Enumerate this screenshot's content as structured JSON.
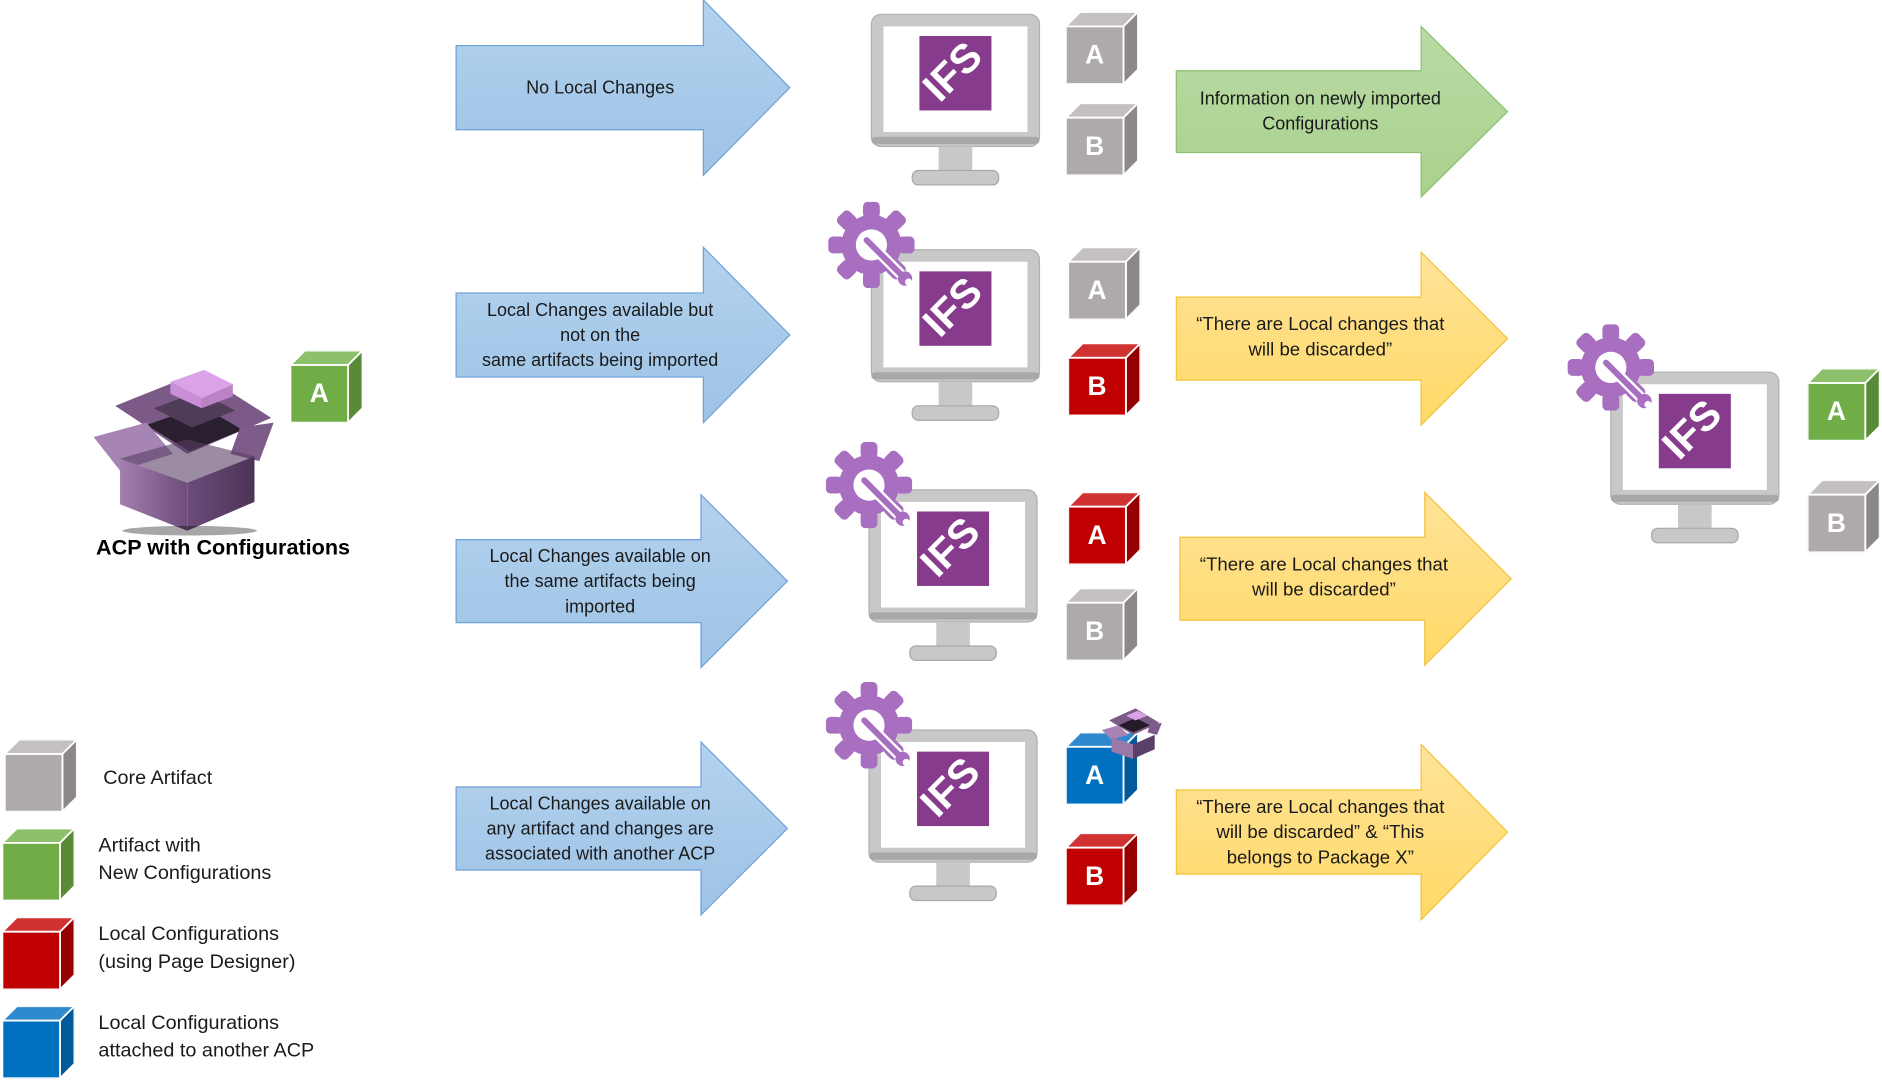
{
  "source": {
    "caption": "ACP with Configurations",
    "artifact_label": "A"
  },
  "scenarios": [
    {
      "condition": "No Local Changes",
      "artifacts": [
        {
          "label": "A",
          "type": "core"
        },
        {
          "label": "B",
          "type": "core"
        }
      ],
      "has_local_changes_icon": false,
      "result": "Information on newly imported Configurations",
      "result_kind": "info"
    },
    {
      "condition": "Local Changes available but not on the same artifacts being imported",
      "condition_lines": [
        "Local Changes available but",
        "not on the",
        "same artifacts being imported"
      ],
      "artifacts": [
        {
          "label": "A",
          "type": "core"
        },
        {
          "label": "B",
          "type": "local"
        }
      ],
      "has_local_changes_icon": true,
      "result": "“There are Local changes that will be discarded”",
      "result_lines": [
        "“There are Local changes that",
        "will be discarded”"
      ],
      "result_kind": "warning"
    },
    {
      "condition": "Local Changes available on the same artifacts being imported",
      "condition_lines": [
        "Local Changes available on",
        "the same artifacts being",
        "imported"
      ],
      "artifacts": [
        {
          "label": "A",
          "type": "local"
        },
        {
          "label": "B",
          "type": "core"
        }
      ],
      "has_local_changes_icon": true,
      "result": "“There are Local changes that will be discarded”",
      "result_lines": [
        "“There are Local changes that",
        "will be discarded”"
      ],
      "result_kind": "warning"
    },
    {
      "condition": "Local Changes available on any artifact and changes are associated with another ACP",
      "condition_lines": [
        "Local Changes available on",
        "any artifact and changes are",
        "associated with another ACP"
      ],
      "artifacts": [
        {
          "label": "A",
          "type": "other_acp"
        },
        {
          "label": "B",
          "type": "local"
        }
      ],
      "has_local_changes_icon": true,
      "result": "“There are Local changes that will be discarded” & “This belongs to Package X”",
      "result_lines": [
        "“There are Local changes that",
        "will be discarded” & “This",
        "belongs to Package X”"
      ],
      "result_kind": "warning"
    }
  ],
  "outcome": {
    "artifacts": [
      {
        "label": "A",
        "type": "new"
      },
      {
        "label": "B",
        "type": "core"
      }
    ],
    "has_local_changes_icon": true
  },
  "legend": [
    {
      "type": "core",
      "lines": [
        "Core Artifact"
      ]
    },
    {
      "type": "new",
      "lines": [
        "Artifact with",
        "New Configurations"
      ]
    },
    {
      "type": "local",
      "lines": [
        "Local Configurations",
        "(using Page Designer)"
      ]
    },
    {
      "type": "other_acp",
      "lines": [
        "Local Configurations",
        "attached to another ACP"
      ]
    }
  ],
  "logo_text": "IFS",
  "colors": {
    "core": {
      "front": "#aeaaa9",
      "top": "#c4c0bf",
      "side": "#8c8887"
    },
    "new": {
      "front": "#70ad47",
      "top": "#8cc06a",
      "side": "#578b36"
    },
    "local": {
      "front": "#c00000",
      "top": "#d03232",
      "side": "#960000"
    },
    "other_acp": {
      "front": "#0070c0",
      "top": "#2e89cf",
      "side": "#005a9a"
    },
    "blue_arrow": "#9dc3e6",
    "green_arrow": "#a9d18e",
    "yellow_arrow": "#ffd966",
    "ifs_purple": "#873b8c",
    "gear_purple": "#a86ec0",
    "monitor_grey": "#c8c8c8"
  }
}
